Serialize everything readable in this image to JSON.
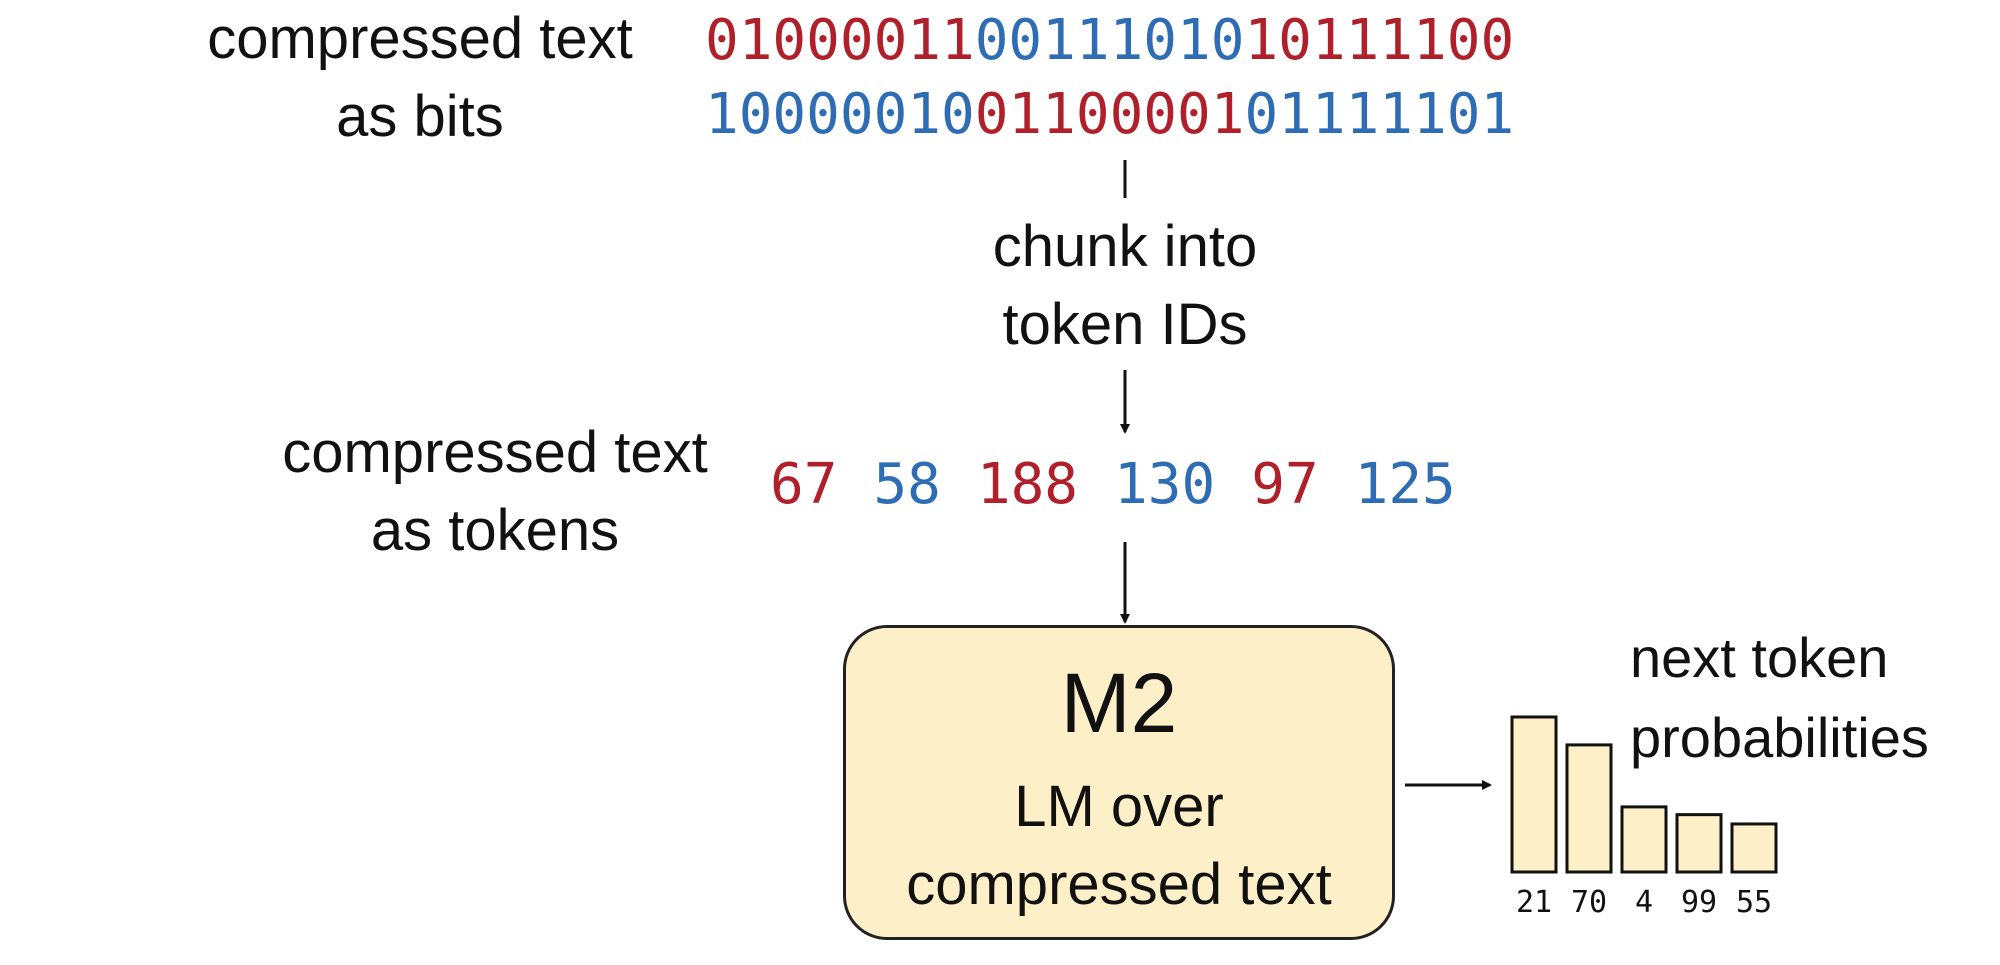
{
  "labels": {
    "bits_line1": "compressed text",
    "bits_line2": "as bits",
    "chunk_line1": "chunk into",
    "chunk_line2": "token IDs",
    "tokens_line1": "compressed text",
    "tokens_line2": "as tokens",
    "prob_line1": "next token",
    "prob_line2": "probabilities"
  },
  "bits": {
    "row1": [
      {
        "text": "01000011",
        "color": "#b0202a"
      },
      {
        "text": "00111010",
        "color": "#2e6db3"
      },
      {
        "text": "10111100",
        "color": "#b0202a"
      }
    ],
    "row2": [
      {
        "text": "10000010",
        "color": "#2e6db3"
      },
      {
        "text": "01100001",
        "color": "#b0202a"
      },
      {
        "text": "01111101",
        "color": "#2e6db3"
      }
    ]
  },
  "tokens": [
    {
      "text": "67",
      "color": "#b0202a"
    },
    {
      "text": "58",
      "color": "#2e6db3"
    },
    {
      "text": "188",
      "color": "#b0202a"
    },
    {
      "text": "130",
      "color": "#2e6db3"
    },
    {
      "text": "97",
      "color": "#b0202a"
    },
    {
      "text": "125",
      "color": "#2e6db3"
    }
  ],
  "model": {
    "title": "M2",
    "sub_line1": "LM over",
    "sub_line2": "compressed text",
    "fill_color": "#fdf0c8"
  },
  "chart_data": {
    "type": "bar",
    "categories": [
      "21",
      "70",
      "4",
      "99",
      "55"
    ],
    "values": [
      1.0,
      0.82,
      0.42,
      0.37,
      0.31
    ],
    "bar_color": "#fdf0c8"
  }
}
